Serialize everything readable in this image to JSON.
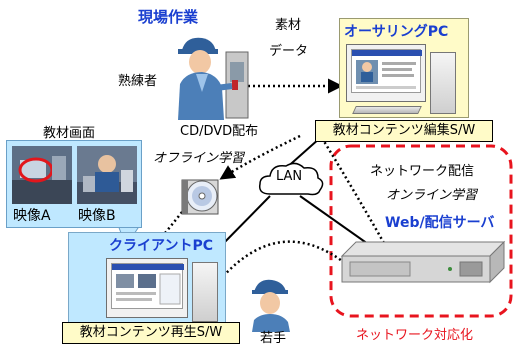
{
  "labels": {
    "on_site_work": "現場作業",
    "expert": "熟練者",
    "material_data_1": "素材",
    "material_data_2": "データ",
    "authoring_pc": "オーサリングPC",
    "content_editor_sw": "教材コンテンツ編集S/W",
    "cd_dvd": "CD/DVD配布",
    "offline_learning": "オフライン学習",
    "lan": "LAN",
    "material_screen": "教材画面",
    "video_a": "映像A",
    "video_b": "映像B",
    "client_pc": "クライアントPC",
    "content_player_sw": "教材コンテンツ再生S/W",
    "young_worker": "若手",
    "network_delivery": "ネットワーク配信",
    "online_learning": "オンライン学習",
    "web_server": "Web/配信サーバ",
    "network_support": "ネットワーク対応化"
  },
  "colors": {
    "title_blue": "#1a3fd0",
    "panel_yellow": "#fffbc8",
    "panel_cyan": "#bfe8ff",
    "dashed_red": "#e8141e",
    "arrow": "#000000"
  }
}
